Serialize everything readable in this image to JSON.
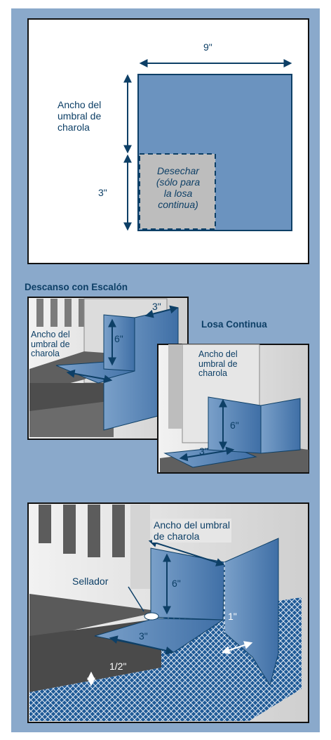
{
  "panel1": {
    "width_dim": "9\"",
    "sill_width": "Ancho del\numbral de\ncharola",
    "height_dim": "3\"",
    "discard_note": "Desechar\n(sólo para\nla losa\ncontinua)"
  },
  "panel2": {
    "title": "Descanso con Escalón",
    "top_dim": "3\"",
    "sill_width": "Ancho del\numbral de\ncharola",
    "height_dim": "6\""
  },
  "panel3": {
    "title": "Losa Continua",
    "sill_width": "Ancho del\numbral de\ncharola",
    "height_dim": "6\"",
    "bottom_dim": "3\""
  },
  "panel4": {
    "sill_width": "Ancho del umbral\nde charola",
    "sealant": "Sellador",
    "height_dim": "6\"",
    "bottom_dim": "3\"",
    "overlap_dim": "1\"",
    "gap_dim": "1/2\""
  },
  "colors": {
    "background": "#8aa9cb",
    "flashing_blue": "#6b93bf",
    "text_navy": "#0d3f66",
    "discard_gray": "#bdbdbd"
  }
}
